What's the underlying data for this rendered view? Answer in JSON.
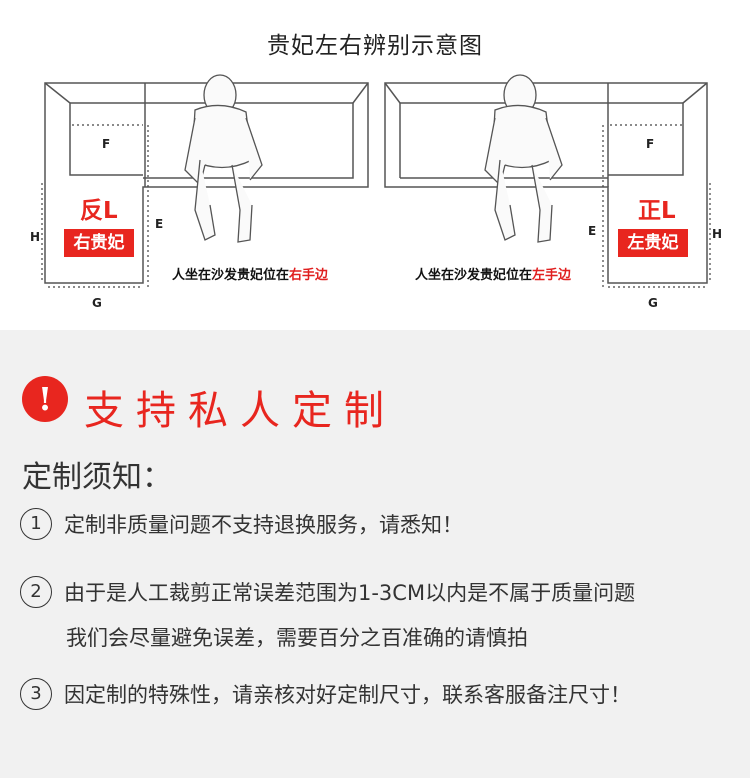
{
  "diagram": {
    "title": "贵妃左右辨别示意图",
    "left_panel": {
      "dim_f": "F",
      "dim_h": "H",
      "dim_e": "E",
      "dim_g": "G",
      "direction_label": "反L",
      "type_label": "右贵妃",
      "caption_prefix": "人坐在沙发贵妃位在",
      "caption_highlight": "右手边"
    },
    "right_panel": {
      "dim_f": "F",
      "dim_h": "H",
      "dim_e": "E",
      "dim_g": "G",
      "direction_label": "正L",
      "type_label": "左贵妃",
      "caption_prefix": "人坐在沙发贵妃位在",
      "caption_highlight": "左手边"
    }
  },
  "custom": {
    "icon": "exclamation-icon",
    "title": "支持私人定制"
  },
  "notice": {
    "title": "定制须知：",
    "items": [
      {
        "num": "1",
        "line1": "定制非质量问题不支持退换服务，请悉知！",
        "line2": ""
      },
      {
        "num": "2",
        "line1": "由于是人工裁剪正常误差范围为1-3CM以内是不属于质量问题",
        "line2": "我们会尽量避免误差，需要百分之百准确的请慎拍"
      },
      {
        "num": "3",
        "line1": "因定制的特殊性，请亲核对好定制尺寸，联系客服备注尺寸！",
        "line2": ""
      }
    ]
  },
  "colors": {
    "accent_red": "#e8261f",
    "bottom_bg": "#f1f1f1",
    "text": "#333333"
  }
}
